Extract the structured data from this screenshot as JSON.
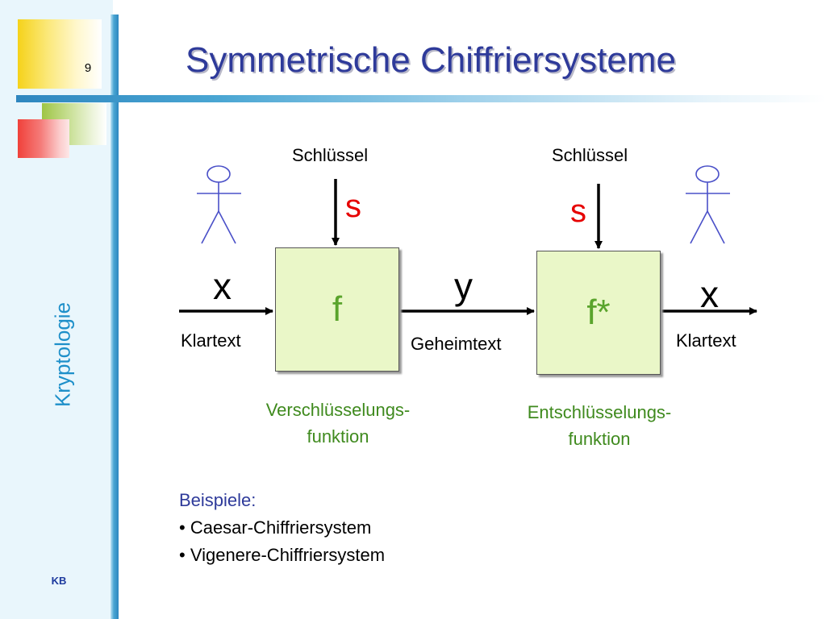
{
  "slide": {
    "page_number": "9",
    "side_label": "Kryptologie",
    "author": "KB",
    "title": "Symmetrische Chiffriersysteme"
  },
  "diagram": {
    "key_label_left": "Schlüssel",
    "key_label_right": "Schlüssel",
    "key_symbol_left": "s",
    "key_symbol_right": "s",
    "encrypt_box": "f",
    "decrypt_box": "f*",
    "input_var": "x",
    "middle_var": "y",
    "output_var": "x",
    "input_text": "Klartext",
    "middle_text": "Geheimtext",
    "output_text": "Klartext",
    "encrypt_caption_line1": "Verschlüsselungs-",
    "encrypt_caption_line2": "funktion",
    "decrypt_caption_line1": "Entschlüsselungs-",
    "decrypt_caption_line2": "funktion"
  },
  "examples": {
    "heading": "Beispiele:",
    "items": [
      "• Caesar-Chiffriersystem",
      "• Vigenere-Chiffriersystem"
    ]
  },
  "colors": {
    "title": "#2e3a9a",
    "accent_blue": "#1d8fc9",
    "key_red": "#e60000",
    "box_fill": "#eaf7c8",
    "caption_green": "#3f8a1e",
    "figure_stroke": "#4a50c8"
  }
}
